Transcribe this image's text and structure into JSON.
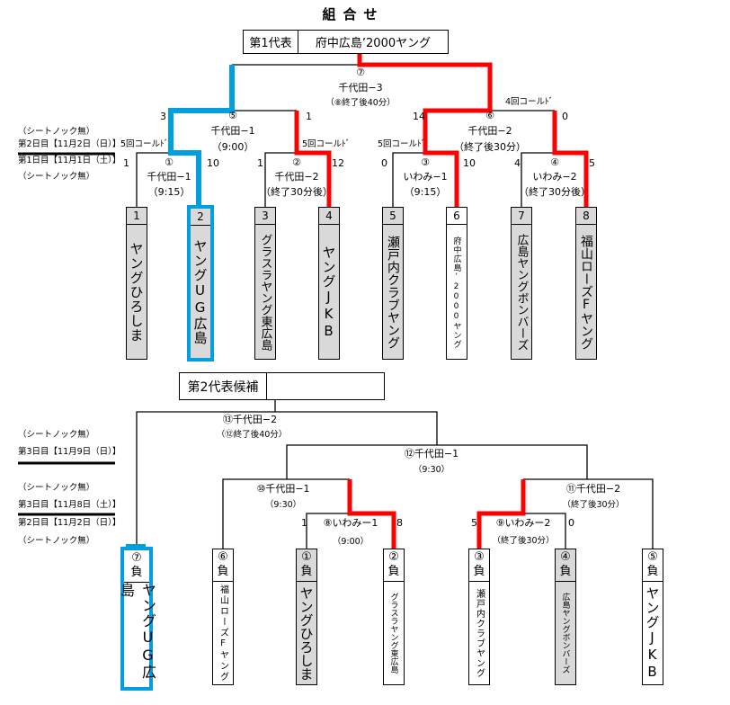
{
  "title": "組合せ",
  "top": {
    "rep_label": "第1代表",
    "rep_team": "府中広島’2000ヤング",
    "side_labels": {
      "no_knock_1": "（シートノック無）",
      "day2": "第2日目【11月2日（日）】",
      "day1": "第1日目【11月1日（土）】",
      "no_knock_2": "（シートノック無）"
    },
    "matches": [
      {
        "no": "①",
        "venue": "千代田−1",
        "time": "（9:15）",
        "score_left": "1",
        "score_right": "10",
        "note": "5回コールﾄﾞ"
      },
      {
        "no": "②",
        "venue": "千代田−2",
        "time": "（終了30分後）",
        "score_left": "1",
        "score_right": "12",
        "note": "5回コールﾄﾞ"
      },
      {
        "no": "③",
        "venue": "いわみ−1",
        "time": "（9:15）",
        "score_left": "0",
        "score_right": "10",
        "note": "5回コールﾄﾞ"
      },
      {
        "no": "④",
        "venue": "いわみ−2",
        "time": "（終了30分後）",
        "score_left": "4",
        "score_right": "5",
        "note": ""
      },
      {
        "no": "⑤",
        "venue": "千代田−1",
        "time": "（9:00）",
        "score_left": "3",
        "score_right": "1",
        "note": ""
      },
      {
        "no": "⑥",
        "venue": "千代田−2",
        "time": "（終了後30分）",
        "score_left": "14",
        "score_right": "0",
        "note": "4回コールﾄﾞ"
      },
      {
        "no": "⑦",
        "venue": "千代田−3",
        "time": "（⑧終了後40分）"
      }
    ],
    "teams": [
      {
        "no": "1",
        "name": "ヤングひろしま",
        "shaded": true
      },
      {
        "no": "2",
        "name": "ヤングUG広島",
        "shaded": true,
        "highlight": "blue"
      },
      {
        "no": "3",
        "name": "グラスラヤング東広島",
        "shaded": true
      },
      {
        "no": "4",
        "name": "ヤングJKB",
        "shaded": true
      },
      {
        "no": "5",
        "name": "瀬戸内クラブヤング",
        "shaded": true
      },
      {
        "no": "6",
        "name": "府中広島’2000ヤング",
        "shaded": false
      },
      {
        "no": "7",
        "name": "広島ヤングボンバーズ",
        "shaded": true
      },
      {
        "no": "8",
        "name": "福山ローズFヤング",
        "shaded": true
      }
    ]
  },
  "bottom": {
    "rep_label": "第2代表候補",
    "rep_team": "",
    "side_labels": {
      "no_knock_1": "（シートノック無）",
      "day3_9": "第3日目【11月9日（日）】",
      "no_knock_2": "（シートノック無）",
      "day3_8": "第3日目【11月8日（土）】",
      "day2": "第2日目【11月2日（日）】",
      "no_knock_3": "（シートノック無）"
    },
    "matches": [
      {
        "no": "⑧",
        "venue": "いわみー1",
        "time": "（9:00）",
        "score_left": "1",
        "score_right": "8"
      },
      {
        "no": "⑨",
        "venue": "いわみー2",
        "time": "（終了後30分）",
        "score_left": "5",
        "score_right": "0"
      },
      {
        "no": "⑩",
        "venue": "千代田−1",
        "time": "（9:30）"
      },
      {
        "no": "⑪",
        "venue": "千代田−2",
        "time": "（終了後30分）"
      },
      {
        "no": "⑫",
        "venue": "千代田−1",
        "time": "（9:30）"
      },
      {
        "no": "⑬",
        "venue": "千代田−2",
        "time": "（⑫終了後40分）"
      }
    ],
    "teams": [
      {
        "no": "⑦",
        "result": "負",
        "name": "ヤングUG広島",
        "shaded": false,
        "highlight": "blue"
      },
      {
        "no": "⑥",
        "result": "負",
        "name": "福山ローズFヤング",
        "shaded": false
      },
      {
        "no": "①",
        "result": "負",
        "name": "ヤングひろしま",
        "shaded": true
      },
      {
        "no": "②",
        "result": "負",
        "name": "グラスラヤング東広島",
        "shaded": false
      },
      {
        "no": "③",
        "result": "負",
        "name": "瀬戸内クラブヤング",
        "shaded": false
      },
      {
        "no": "④",
        "result": "負",
        "name": "広島ヤングボンバーズ",
        "shaded": true
      },
      {
        "no": "⑤",
        "result": "負",
        "name": "ヤングJKB",
        "shaded": false
      }
    ]
  },
  "colors": {
    "winner_path": "#ff0000",
    "highlight": "#00a0e0",
    "shade": "#d9d9d9"
  }
}
